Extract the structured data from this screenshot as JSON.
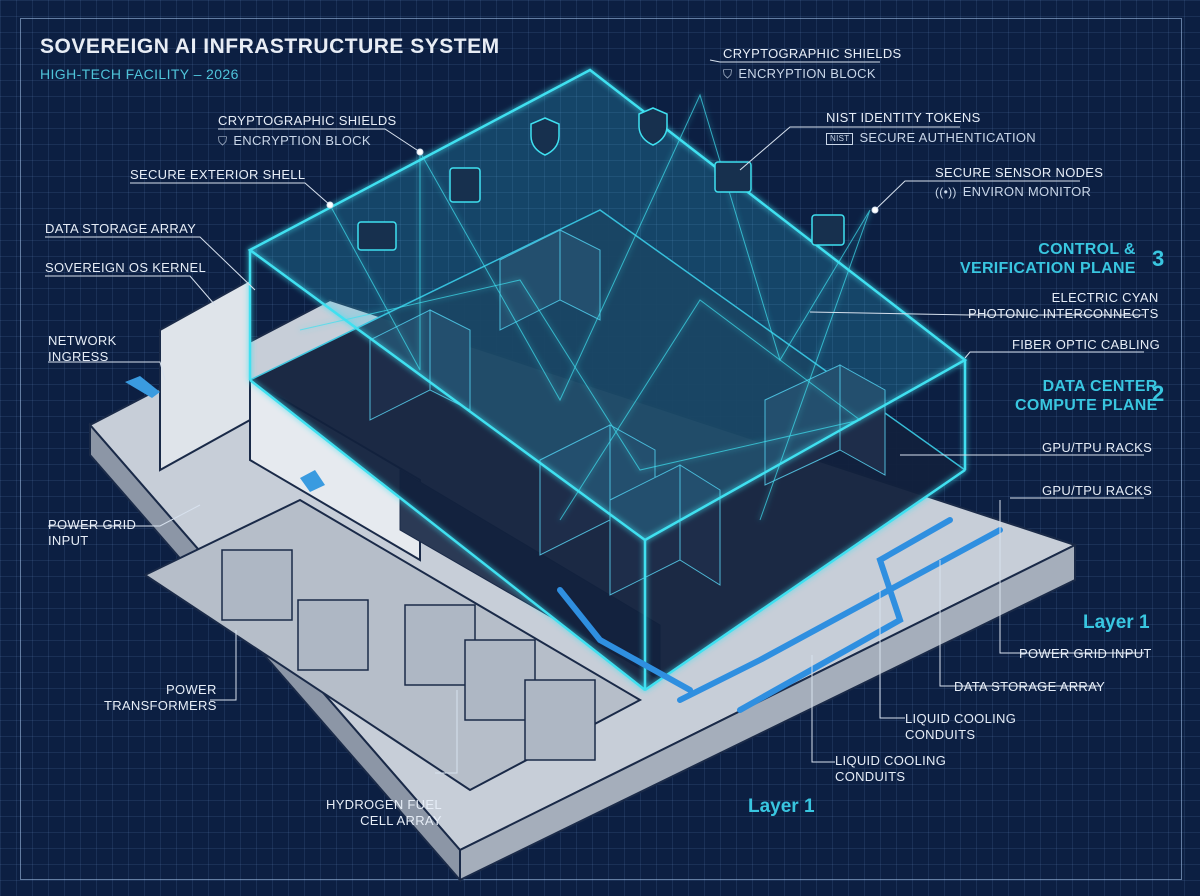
{
  "header": {
    "title": "SOVEREIGN AI INFRASTRUCTURE SYSTEM",
    "subtitle": "HIGH-TECH FACILITY – 2026"
  },
  "labels": {
    "crypto_top": {
      "title": "CRYPTOGRAPHIC SHIELDS",
      "sub": "ENCRYPTION BLOCK"
    },
    "crypto_left": {
      "title": "CRYPTOGRAPHIC SHIELDS",
      "sub": "ENCRYPTION BLOCK"
    },
    "nist": {
      "title": "NIST IDENTITY TOKENS",
      "sub": "SECURE AUTHENTICATION",
      "badge": "NIST"
    },
    "sensor": {
      "title": "SECURE SENSOR NODES",
      "sub": "ENVIRON MONITOR"
    },
    "exterior_shell": "SECURE EXTERIOR SHELL",
    "data_storage_left": "DATA STORAGE ARRAY",
    "os_kernel": "SOVEREIGN OS KERNEL",
    "network_ingress": [
      "NETWORK",
      "INGRESS"
    ],
    "power_grid_left": [
      "POWER GRID",
      "INPUT"
    ],
    "power_transformers": [
      "POWER",
      "TRANSFORMERS"
    ],
    "hydrogen": [
      "HYDROGEN FUEL",
      "CELL ARRAY"
    ],
    "control_plane": {
      "lines": [
        "CONTROL &",
        "VERIFICATION PLANE"
      ],
      "number": "3"
    },
    "photonic": [
      "ELECTRIC CYAN",
      "PHOTONIC INTERCONNECTS"
    ],
    "fiber": "FIBER OPTIC CABLING",
    "compute_plane": {
      "lines": [
        "DATA CENTER",
        "COMPUTE PLANE"
      ],
      "number": "2"
    },
    "gpu_racks_1": "GPU/TPU RACKS",
    "gpu_racks_2": "GPU/TPU RACKS",
    "layer_right": "Layer 1",
    "power_grid_right": "POWER GRID INPUT",
    "data_storage_right": "DATA STORAGE ARRAY",
    "cooling_1": [
      "LIQUID COOLING",
      "CONDUITS"
    ],
    "cooling_2": [
      "LIQUID COOLING",
      "CONDUITS"
    ],
    "layer_bottom": "Layer 1"
  },
  "colors": {
    "background": "#0c1f42",
    "accent": "#39c6e0",
    "concrete": "#c9d0da",
    "pipe": "#2f8fe0"
  }
}
